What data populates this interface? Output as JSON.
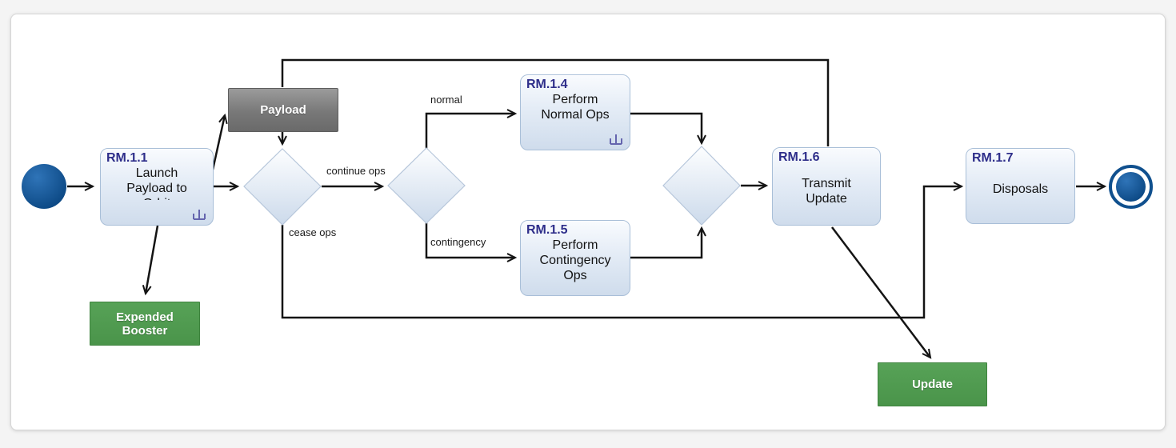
{
  "colors": {
    "title_accent": "#2e2e8a",
    "activity_fill": "#dde7f3",
    "activity_border": "#a9bfd8",
    "object_gray": "#787878",
    "object_green": "#4a944a",
    "edge_line": "#141414",
    "rake_icon": "#6565ae",
    "terminal_blue": "#0d4a86"
  },
  "nodes": {
    "start": {
      "type": "initial-node"
    },
    "rm11": {
      "code": "RM.1.1",
      "name": "Launch\nPayload to\nOrbit",
      "rake_icon": "call-behavior-rake"
    },
    "payload": {
      "label": "Payload"
    },
    "booster": {
      "label": "Expended\nBooster"
    },
    "decision1": {
      "type": "merge-decision"
    },
    "decision2": {
      "type": "decision"
    },
    "decision3": {
      "type": "merge"
    },
    "rm14": {
      "code": "RM.1.4",
      "name": "Perform\nNormal Ops",
      "rake_icon": "call-behavior-rake"
    },
    "rm15": {
      "code": "RM.1.5",
      "name": "Perform\nContingency\nOps"
    },
    "rm16": {
      "code": "RM.1.6",
      "name": "Transmit\nUpdate"
    },
    "rm17": {
      "code": "RM.1.7",
      "name": "Disposals"
    },
    "update": {
      "label": "Update"
    },
    "end": {
      "type": "activity-final-node"
    }
  },
  "edge_labels": {
    "normal": "normal",
    "contingency": "contingency",
    "continue_ops": "continue ops",
    "cease_ops": "cease ops"
  }
}
